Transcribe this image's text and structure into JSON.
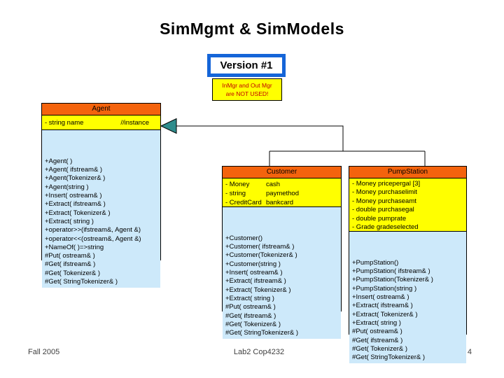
{
  "slide": {
    "title": "SimMgmt & SimModels",
    "version_label": "Version #1",
    "note_line1": "InMgr and Out Mgr",
    "note_line2": "are NOT USED!",
    "footer": {
      "left": "Fall 2005",
      "center": "Lab2 Cop4232",
      "page_number": "4"
    }
  },
  "colors": {
    "header_orange": "#F4630D",
    "section_yellow": "#FFFF00",
    "methods_blue": "#CDE9FA",
    "version_border_blue": "#1565D8",
    "note_text_red": "#C00000",
    "arrow_teal": "#2E8C8C"
  },
  "classes": {
    "agent": {
      "name": "Agent",
      "attribute": "- string name",
      "attribute_comment": "//instance",
      "methods": [
        "+Agent( )",
        "+Agent( ifstream& )",
        "+Agent(Tokenizer& )",
        "+Agent(string )",
        "+Insert( ostream& )",
        "+Extract( ifstream& )",
        "+Extract( Tokenizer& )",
        "+Extract( string )",
        "+operator>>(ifstream&, Agent &)",
        "+operator<<(ostream&, Agent &)",
        "+NameOf( )=>string",
        "#Put( ostream& )",
        "#Get( ifstream& )",
        "#Get( Tokenizer& )",
        "#Get( StringTokenizer& )"
      ]
    },
    "customer": {
      "name": "Customer",
      "attributes": [
        {
          "type": "- Money",
          "name": "cash"
        },
        {
          "type": "- string",
          "name": "paymethod"
        },
        {
          "type": "- CreditCard",
          "name": "bankcard"
        }
      ],
      "methods": [
        "+Customer()",
        "+Customer( ifstream& )",
        "+Customer(Tokenizer& )",
        "+Customer(string )",
        "+Insert( ostream& )",
        "+Extract( ifstream& )",
        "+Extract( Tokenizer& )",
        "+Extract( string )",
        "#Put( ostream& )",
        "#Get( ifstream& )",
        "#Get( Tokenizer& )",
        "#Get( StringTokenizer& )"
      ]
    },
    "pumpstation": {
      "name": "PumpStation",
      "attributes": [
        "- Money pricepergal [3]",
        "- Money purchaselimit",
        "- Money purchaseamt",
        "- double purchasegal",
        "- double pumprate",
        "- Grade  gradeselected"
      ],
      "methods": [
        "+PumpStation()",
        "+PumpStation( ifstream& )",
        "+PumpStation(Tokenizer& )",
        "+PumpStation(string )",
        "+Insert( ostream& )",
        "+Extract( ifstream& )",
        "+Extract( Tokenizer& )",
        "+Extract( string )",
        "#Put( ostream& )",
        "#Get( ifstream& )",
        "#Get( Tokenizer& )",
        "#Get( StringTokenizer& )"
      ]
    }
  }
}
